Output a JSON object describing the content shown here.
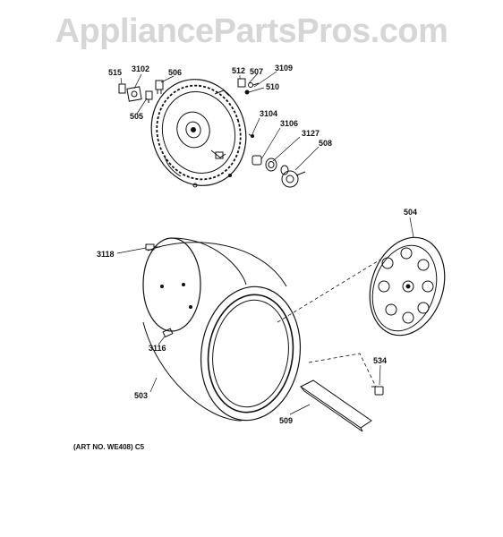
{
  "watermark": "AppliancePartsPros.com",
  "caption": "(ART NO. WE408) C5",
  "parts": {
    "p515": "515",
    "p3102": "3102",
    "p506": "506",
    "p512": "512",
    "p507": "507",
    "p3109": "3109",
    "p510": "510",
    "p505": "505",
    "p3104": "3104",
    "p3106": "3106",
    "p3127": "3127",
    "p508": "508",
    "p504": "504",
    "p3118": "3118",
    "p3116": "3116",
    "p503": "503",
    "p534": "534",
    "p509": "509"
  }
}
